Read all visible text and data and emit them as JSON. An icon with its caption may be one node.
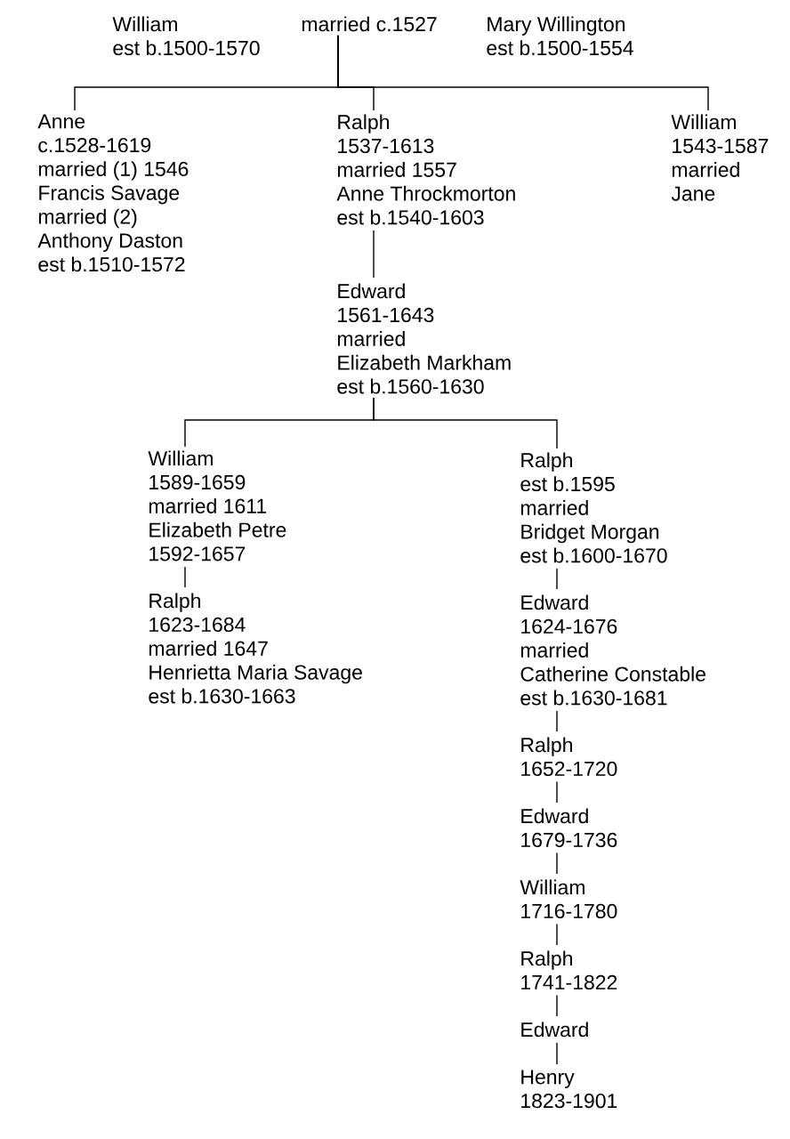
{
  "diagram": {
    "nodes": [
      {
        "text": [
          "William",
          "est b.1500-1570"
        ]
      },
      {
        "text": [
          "married c.1527"
        ]
      },
      {
        "text": [
          "Mary Willington",
          "est b.1500-1554"
        ]
      },
      {
        "text": [
          "Anne",
          "c.1528-1619",
          "married (1) 1546",
          "Francis Savage",
          "married (2)",
          "Anthony Daston",
          "est b.1510-1572"
        ]
      },
      {
        "text": [
          "Ralph",
          "1537-1613",
          "married 1557",
          "Anne Throckmorton",
          "est b.1540-1603"
        ]
      },
      {
        "text": [
          "William",
          "1543-1587",
          "married",
          "Jane"
        ]
      },
      {
        "text": [
          "Edward",
          "1561-1643",
          "married",
          "Elizabeth Markham",
          "est b.1560-1630"
        ]
      },
      {
        "text": [
          "William",
          "1589-1659",
          "married 1611",
          "Elizabeth Petre",
          "1592-1657"
        ]
      },
      {
        "text": [
          "Ralph",
          "est b.1595",
          "married",
          "Bridget Morgan",
          "est b.1600-1670"
        ]
      },
      {
        "text": [
          "Ralph",
          "1623-1684",
          "married 1647",
          "Henrietta Maria Savage",
          "est b.1630-1663"
        ]
      },
      {
        "text": [
          "Edward",
          "1624-1676",
          "married",
          "Catherine Constable",
          "est b.1630-1681"
        ]
      },
      {
        "text": [
          "Ralph",
          "1652-1720"
        ]
      },
      {
        "text": [
          "Edward",
          "1679-1736"
        ]
      },
      {
        "text": [
          "William",
          "1716-1780"
        ]
      },
      {
        "text": [
          "Ralph",
          "1741-1822"
        ]
      },
      {
        "text": [
          "Edward"
        ]
      },
      {
        "text": [
          "Henry",
          "1823-1901"
        ]
      }
    ],
    "edges": [
      {
        "from": 1,
        "to": 3,
        "arrow": "none"
      },
      {
        "from": 1,
        "to": 4,
        "arrow": "none"
      },
      {
        "from": 1,
        "to": 5,
        "arrow": "none"
      },
      {
        "from": 4,
        "to": 6,
        "arrow": "none"
      },
      {
        "from": 6,
        "to": 7,
        "arrow": "none"
      },
      {
        "from": 6,
        "to": 8,
        "arrow": "none"
      },
      {
        "from": 7,
        "to": 9,
        "arrow": "none"
      },
      {
        "from": 8,
        "to": 10,
        "arrow": "none"
      },
      {
        "from": 10,
        "to": 11,
        "arrow": "none"
      },
      {
        "from": 11,
        "to": 12,
        "arrow": "none"
      },
      {
        "from": 12,
        "to": 13,
        "arrow": "none"
      },
      {
        "from": 13,
        "to": 14,
        "arrow": "none"
      },
      {
        "from": 14,
        "to": 15,
        "arrow": "none"
      },
      {
        "from": 15,
        "to": 16,
        "arrow": "none"
      }
    ]
  }
}
